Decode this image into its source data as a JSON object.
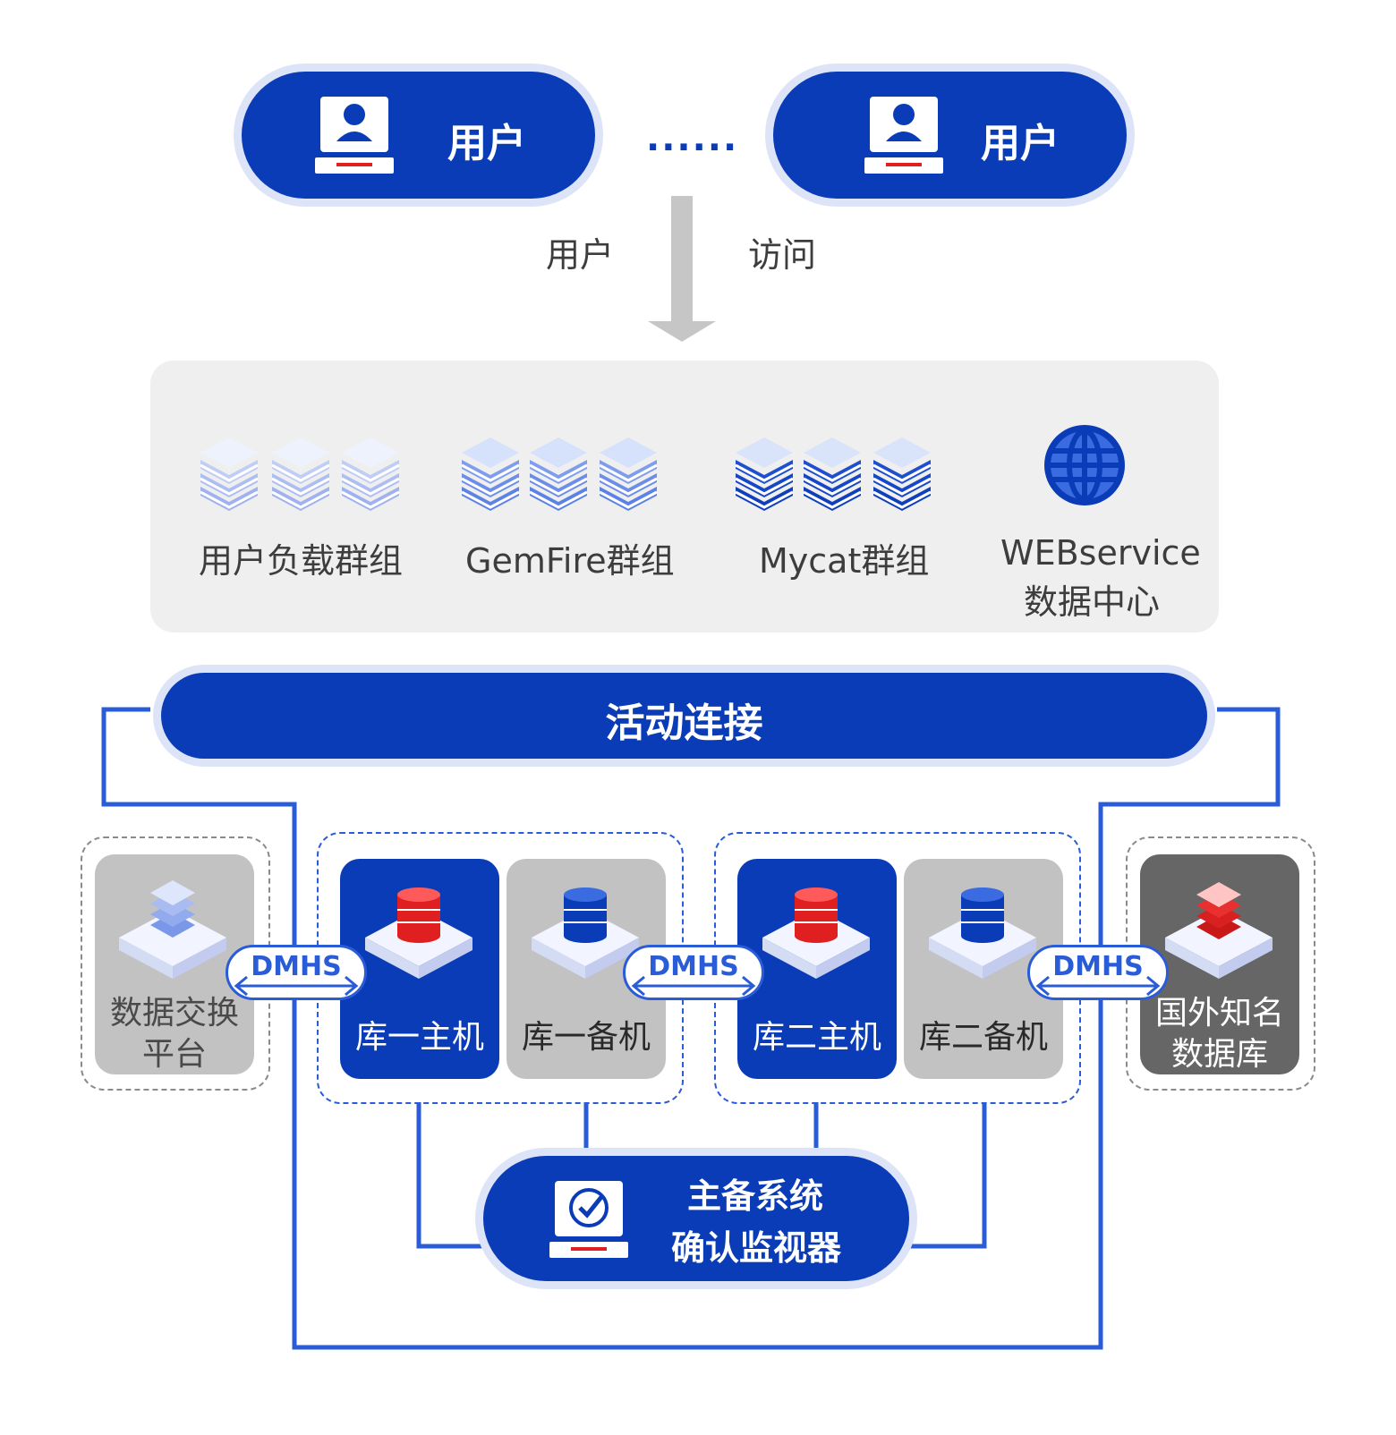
{
  "users": {
    "left_label": "用户",
    "right_label": "用户",
    "separator": "......"
  },
  "access": {
    "left_text": "用户",
    "right_text": "访问"
  },
  "clusters": [
    {
      "label": "用户负载群组",
      "style": "light"
    },
    {
      "label": "GemFire群组",
      "style": "medium"
    },
    {
      "label": "Mycat群组",
      "style": "dark"
    },
    {
      "label_line1": "WEBservice",
      "label_line2": "数据中心",
      "icon": "globe-icon"
    }
  ],
  "active_connection": {
    "label": "活动连接"
  },
  "nodes": {
    "exchange": {
      "line1": "数据交换",
      "line2": "平台"
    },
    "db1_primary": {
      "label": "库一主机"
    },
    "db1_backup": {
      "label": "库一备机"
    },
    "db2_primary": {
      "label": "库二主机"
    },
    "db2_backup": {
      "label": "库二备机"
    },
    "foreign": {
      "line1": "国外知名",
      "line2": "数据库"
    }
  },
  "dmhs": [
    "DMHS",
    "DMHS",
    "DMHS"
  ],
  "monitor": {
    "line1": "主备系统",
    "line2": "确认监视器"
  },
  "colors": {
    "primary": "#0a3cb8",
    "line_blue": "#2a5cd8",
    "accent_red": "#e02020",
    "card_grey": "#c2c2c2",
    "card_dark": "#666666",
    "panel_grey": "#efefef"
  }
}
